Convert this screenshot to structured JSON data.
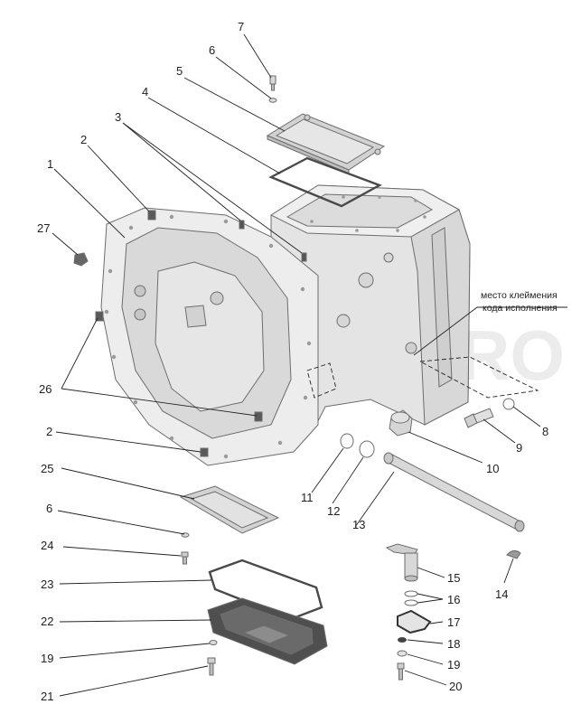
{
  "callouts": {
    "c1": "1",
    "c2a": "2",
    "c2b": "2",
    "c3": "3",
    "c4": "4",
    "c5": "5",
    "c6a": "6",
    "c6b": "6",
    "c7": "7",
    "c8": "8",
    "c9": "9",
    "c10": "10",
    "c11": "11",
    "c12": "12",
    "c13": "13",
    "c14": "14",
    "c15": "15",
    "c16": "16",
    "c17": "17",
    "c18": "18",
    "c19a": "19",
    "c19b": "19",
    "c20": "20",
    "c21": "21",
    "c22": "22",
    "c23": "23",
    "c24": "24",
    "c25": "25",
    "c26": "26",
    "c27": "27"
  },
  "annotation": {
    "line1": "место клеймения",
    "line2": "кода исполнения"
  },
  "watermark": "ETRPRO",
  "colors": {
    "housing": "#ebebeb",
    "housing_dark": "#d4d4d4",
    "metal": "#c8c8c8",
    "gasket": "#5a5a5a"
  }
}
